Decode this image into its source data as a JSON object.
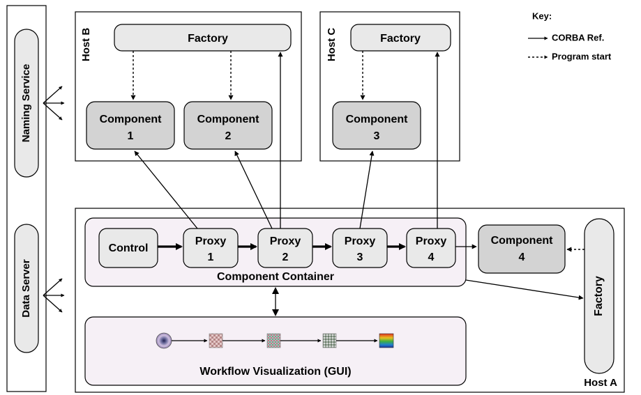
{
  "hosts": {
    "host_a": "Host A",
    "host_b": "Host B",
    "host_c": "Host C"
  },
  "side": {
    "naming_service": "Naming Service",
    "data_server": "Data Server"
  },
  "factory_label": "Factory",
  "components": [
    {
      "title": "Component",
      "number": "1"
    },
    {
      "title": "Component",
      "number": "2"
    },
    {
      "title": "Component",
      "number": "3"
    },
    {
      "title": "Component",
      "number": "4"
    }
  ],
  "control_label": "Control",
  "proxies": [
    {
      "title": "Proxy",
      "number": "1"
    },
    {
      "title": "Proxy",
      "number": "2"
    },
    {
      "title": "Proxy",
      "number": "3"
    },
    {
      "title": "Proxy",
      "number": "4"
    }
  ],
  "container_label": "Component Container",
  "gui_label": "Workflow Visualization (GUI)",
  "key": {
    "title": "Key:",
    "corba": "CORBA Ref.",
    "program_start": "Program start"
  }
}
